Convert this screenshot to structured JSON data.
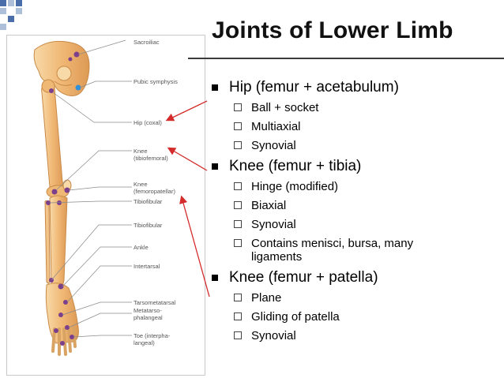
{
  "slide": {
    "title": "Joints of Lower Limb",
    "bullets": [
      {
        "text": "Hip (femur + acetabulum)",
        "subs": [
          "Ball + socket",
          "Multiaxial",
          "Synovial"
        ]
      },
      {
        "text": "Knee (femur + tibia)",
        "subs": [
          "Hinge (modified)",
          "Biaxial",
          "Synovial",
          "Contains menisci, bursa, many ligaments"
        ]
      },
      {
        "text": "Knee (femur + patella)",
        "subs": [
          "Plane",
          "Gliding of patella",
          "Synovial"
        ]
      }
    ]
  },
  "figure": {
    "labels": {
      "sacroiliac": "Sacroiliac",
      "pubic": "Pubic symphysis",
      "hip": "Hip (coxal)",
      "knee1a": "Knee",
      "knee1b": "(tibiofemoral)",
      "knee2a": "Knee",
      "knee2b": "(femoropatellar)",
      "tibio1": "Tibiofibular",
      "tibio2": "Tibiofibular",
      "ankle": "Ankle",
      "intertarsal": "Intertarsal",
      "tarsometatarsal": "Tarsometatarsal",
      "meta_a": "Metatarso-",
      "meta_b": "phalangeal",
      "toe_a": "Toe (interpha-",
      "toe_b": "langeal)"
    }
  },
  "colors": {
    "bone": "#f0b875",
    "bone_light": "#f8d9a8",
    "joint": "#7b3f8c",
    "arrow": "#d42b2b",
    "accent_square_dark": "#4a6ea9",
    "accent_square_light": "#aebfd9"
  }
}
